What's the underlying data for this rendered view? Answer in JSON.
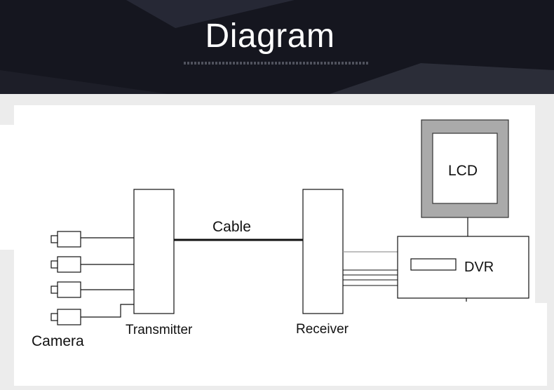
{
  "banner": {
    "title": "Diagram"
  },
  "diagram": {
    "nodes": {
      "camera": "Camera",
      "transmitter": "Transmitter",
      "cable": "Cable",
      "receiver": "Receiver",
      "dvr": "DVR",
      "lcd": "LCD"
    }
  }
}
